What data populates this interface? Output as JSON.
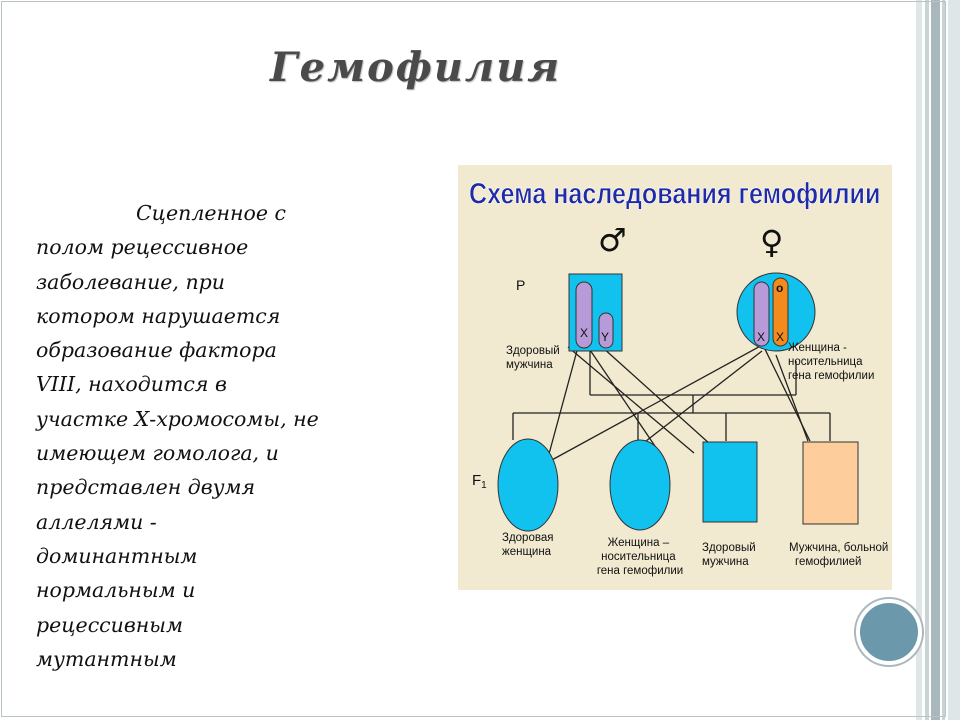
{
  "slide": {
    "title": "Гемофилия",
    "body_lines": [
      "Сцепленное с",
      "полом рецессивное",
      "заболевание, при",
      "котором нарушается",
      "образование фактора",
      "VIII, находится в",
      "участке Х-хромосомы, не",
      "имеющем гомолога, и",
      "представлен двумя",
      "аллелями  -",
      "доминантным",
      "нормальным и",
      "рецессивным",
      "мутантным"
    ]
  },
  "diagram": {
    "title": "Схема наследования гемофилии",
    "male_symbol": "♂",
    "female_symbol": "♀",
    "generation_p": "Р",
    "generation_f1": "F",
    "generation_f1_sub": "1",
    "father_chromosomes": [
      "X",
      "Y"
    ],
    "mother_chromosomes": [
      "X",
      "X"
    ],
    "mother_allele": "о",
    "father_label": [
      "Здоровый",
      "мужчина"
    ],
    "mother_label": [
      "Женщина -",
      "носительница",
      "гена  гемофилии"
    ],
    "children": [
      {
        "label": [
          "Здоровая",
          "женщина"
        ]
      },
      {
        "label": [
          "Женщина –",
          "носительница",
          "гена  гемофилии"
        ]
      },
      {
        "label": [
          "Здоровый",
          "мужчина"
        ]
      },
      {
        "label": [
          "Мужчина, больной",
          "гемофилией"
        ]
      }
    ],
    "colors": {
      "background": "#f1ead0",
      "title": "#1f2aa6",
      "healthy": "#12c2ee",
      "chromosome": "#b79ad8",
      "mutant_chromosome": "#f28a1c",
      "affected_male": "#fdcd9b"
    }
  }
}
